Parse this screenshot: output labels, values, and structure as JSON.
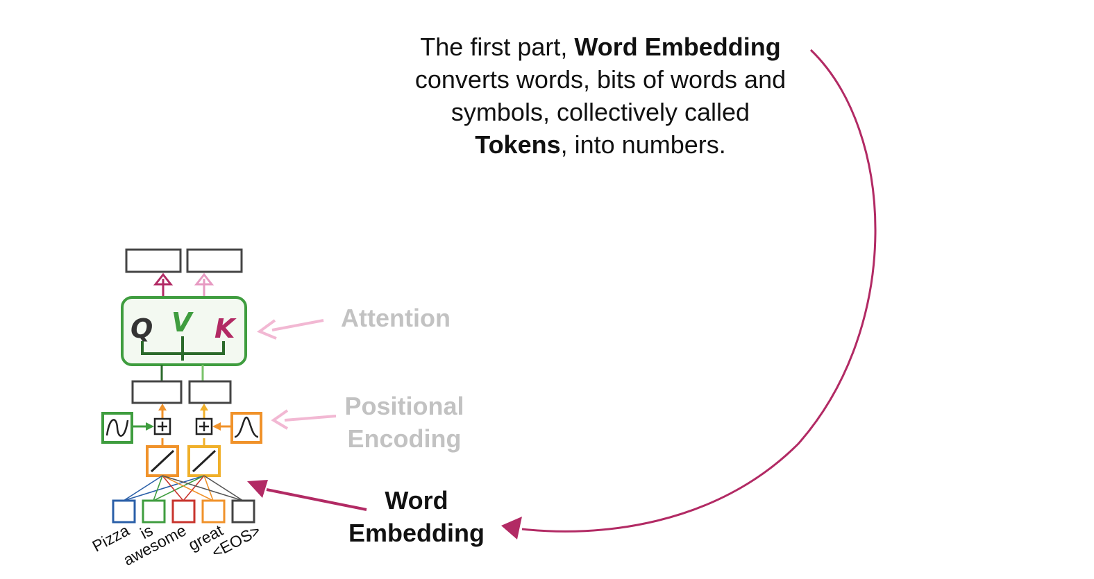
{
  "caption": {
    "line1_pre": "The first part, ",
    "line1_bold": "Word Embedding",
    "line2": "converts words, bits of words and",
    "line3": "symbols, collectively called",
    "line4_bold": "Tokens",
    "line4_post": ", into numbers."
  },
  "labels": {
    "attention": "Attention",
    "positional_line1": "Positional",
    "positional_line2": "Encoding",
    "word_line1": "Word",
    "word_line2": "Embedding"
  },
  "attention_block": {
    "q": "Q",
    "v": "V",
    "k": "K"
  },
  "tokens": [
    "Pizza",
    "is",
    "awesome",
    "great",
    "<EOS>"
  ],
  "colors": {
    "accent_arrow": "#b22a64",
    "pink_arrow": "#f2b8d3",
    "green": "#3f9d3f",
    "orange": "#f0922a",
    "label_gray": "#c2c2c2",
    "token_blue": "#2a5fa8",
    "token_red": "#c8342d"
  }
}
